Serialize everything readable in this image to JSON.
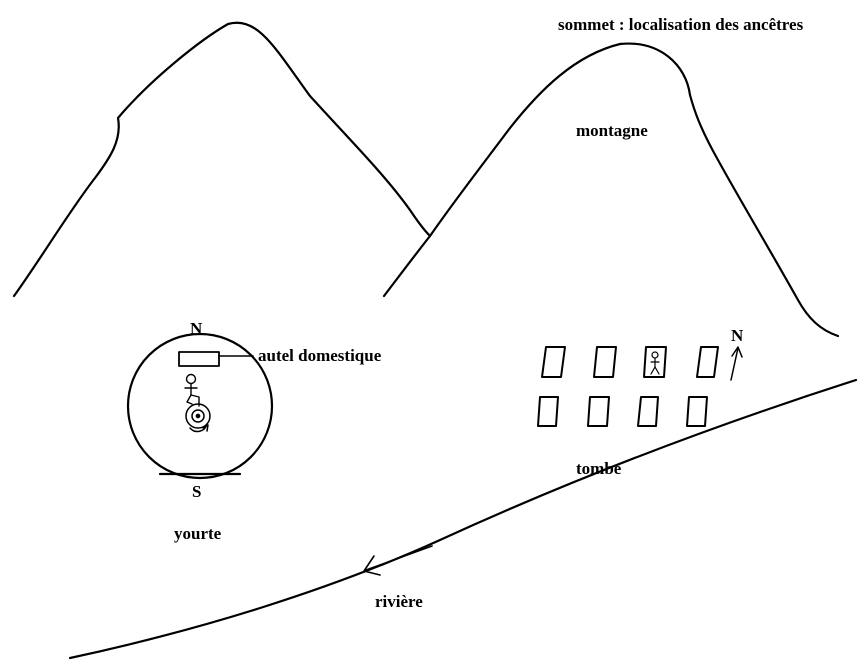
{
  "labels": {
    "summit": "sommet : localisation des ancêtres",
    "mountain": "montagne",
    "north_yurt": "N",
    "south_yurt": "S",
    "altar": "autel domestique",
    "yurt": "yourte",
    "north_tomb": "N",
    "tomb": "tombe",
    "river": "rivière"
  },
  "colors": {
    "ink": "#000000",
    "background": "#ffffff"
  }
}
